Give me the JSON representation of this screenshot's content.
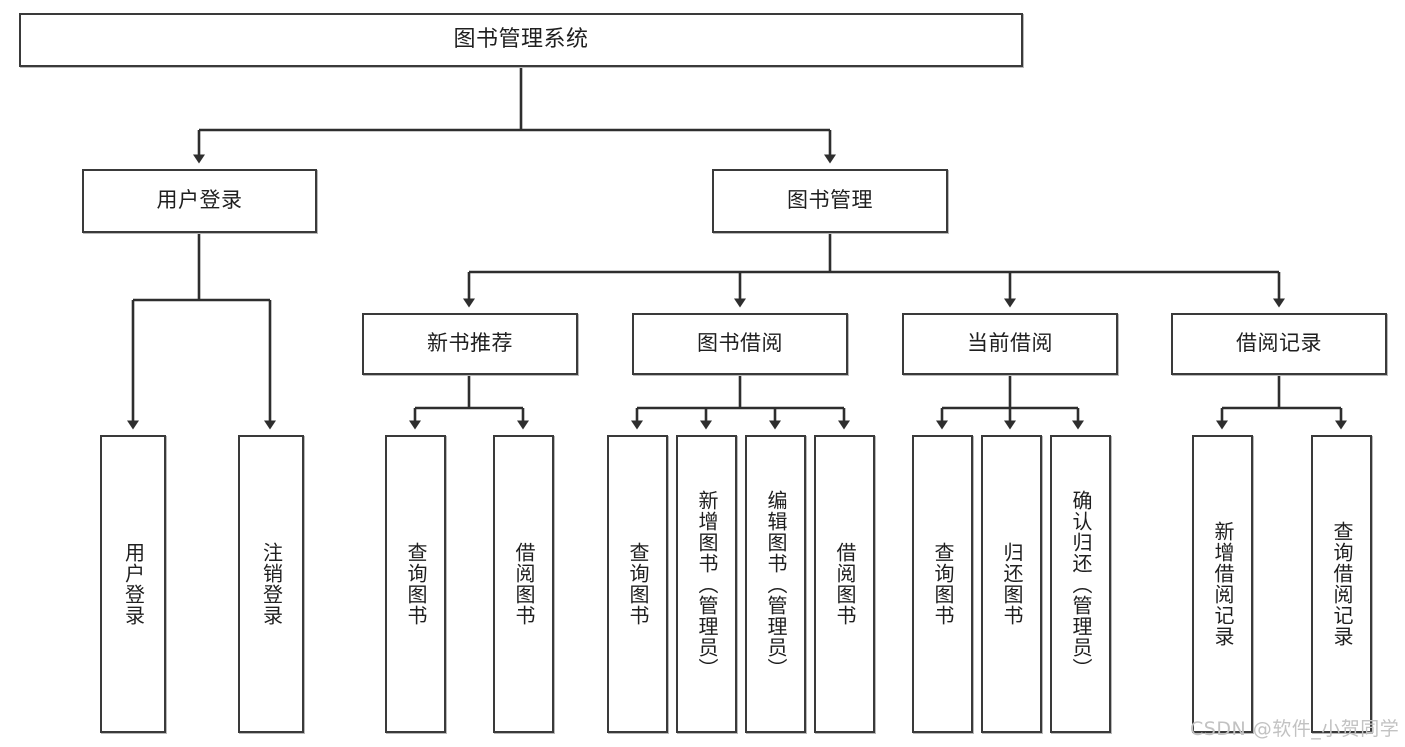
{
  "diagram": {
    "type": "tree-flowchart",
    "title": "图书管理系统",
    "watermark": "CSDN @软件_小贺同学",
    "colors": {
      "node_border": "#3a3a3a",
      "node_fill": "#ffffff",
      "connector": "#2e2e2e",
      "text": "#1f1f1f",
      "watermark": "#c2c2c2",
      "background": "#ffffff"
    },
    "levels": {
      "root": {
        "label": "图书管理系统"
      },
      "level2": [
        {
          "label": "用户登录"
        },
        {
          "label": "图书管理"
        }
      ],
      "level3": [
        {
          "label": "新书推荐"
        },
        {
          "label": "图书借阅"
        },
        {
          "label": "当前借阅"
        },
        {
          "label": "借阅记录"
        }
      ],
      "leaves": {
        "user_login": [
          {
            "label": "用户登录"
          },
          {
            "label": "注销登录"
          }
        ],
        "new_book_recommend": [
          {
            "label": "查询图书"
          },
          {
            "label": "借阅图书"
          }
        ],
        "book_borrow": [
          {
            "label": "查询图书"
          },
          {
            "label": "新增图书（管理员）"
          },
          {
            "label": "编辑图书（管理员）"
          },
          {
            "label": "借阅图书"
          }
        ],
        "current_borrow": [
          {
            "label": "查询图书"
          },
          {
            "label": "归还图书"
          },
          {
            "label": "确认归还（管理员）"
          }
        ],
        "borrow_records": [
          {
            "label": "新增借阅记录"
          },
          {
            "label": "查询借阅记录"
          }
        ]
      }
    }
  }
}
